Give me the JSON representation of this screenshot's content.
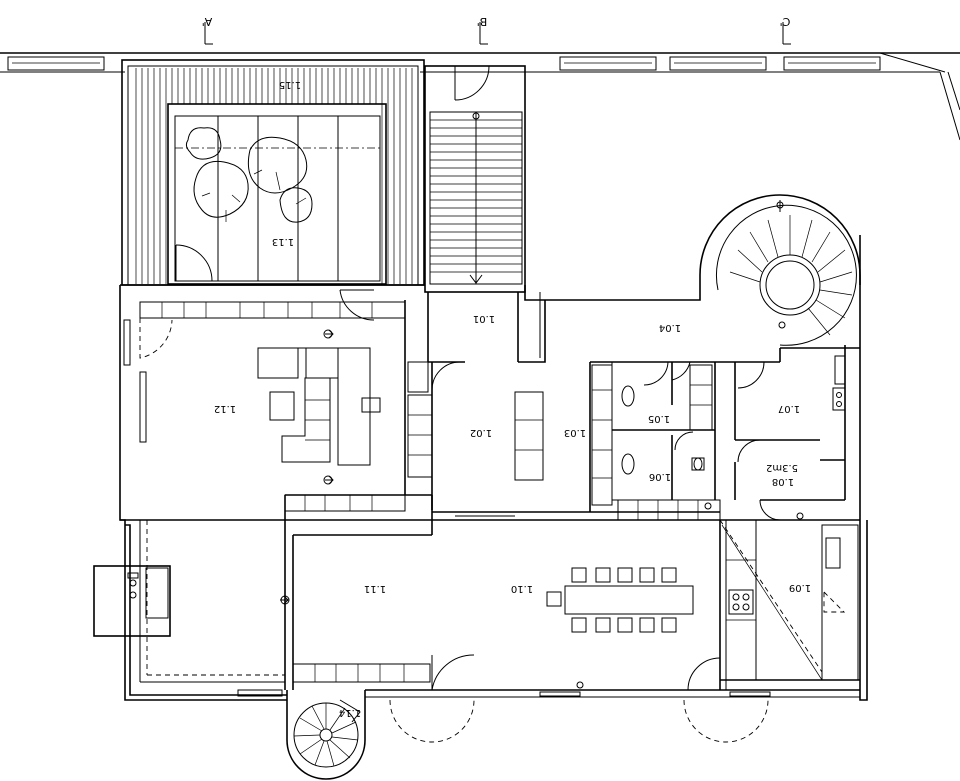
{
  "axes": [
    {
      "id": "A",
      "label": "A'"
    },
    {
      "id": "B",
      "label": "B'"
    },
    {
      "id": "C",
      "label": "C'"
    }
  ],
  "rooms": [
    {
      "id": "r101",
      "label": "1.01"
    },
    {
      "id": "r102",
      "label": "1.02"
    },
    {
      "id": "r103",
      "label": "1.03"
    },
    {
      "id": "r104",
      "label": "1.04"
    },
    {
      "id": "r105",
      "label": "1.05"
    },
    {
      "id": "r106",
      "label": "1.06"
    },
    {
      "id": "r107",
      "label": "1.07"
    },
    {
      "id": "r108",
      "label": "1.08"
    },
    {
      "id": "r108a",
      "label": "5.3m2"
    },
    {
      "id": "r109",
      "label": "1.09"
    },
    {
      "id": "r110",
      "label": "1.10"
    },
    {
      "id": "r111",
      "label": "1.11"
    },
    {
      "id": "r112",
      "label": "1.12"
    },
    {
      "id": "r113",
      "label": "1.13"
    },
    {
      "id": "r114",
      "label": "1.14"
    },
    {
      "id": "r115",
      "label": "1.15"
    }
  ]
}
